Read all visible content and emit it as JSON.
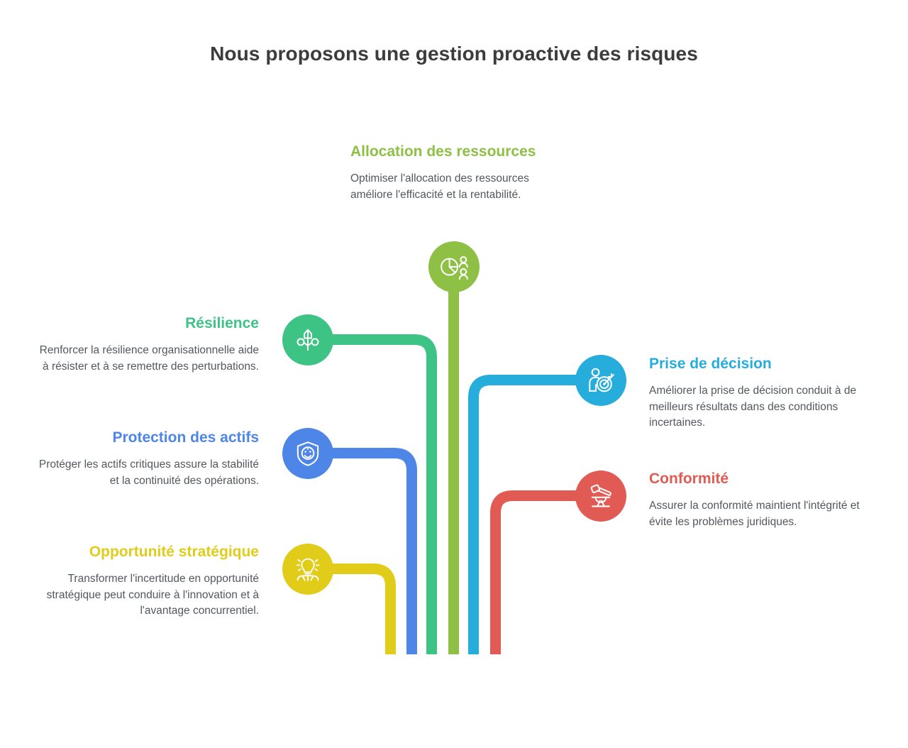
{
  "page": {
    "title": "Nous proposons une gestion proactive des risques",
    "background_color": "#ffffff",
    "title_color": "#3c3c3c",
    "body_text_color": "#53585c"
  },
  "palette": {
    "yellow": "#E2CC1A",
    "blue": "#4E86E8",
    "green": "#3DC485",
    "light_green": "#8DC044",
    "cyan": "#26ADDC",
    "red": "#E15B54"
  },
  "items": [
    {
      "id": "allocation",
      "heading": "Allocation des ressources",
      "body": "Optimiser l'allocation des ressources améliore l'efficacité et la rentabilité.",
      "color": "#8DC044",
      "icon": "pie-chart-people-icon",
      "side": "top"
    },
    {
      "id": "resilience",
      "heading": "Résilience",
      "body": "Renforcer la résilience organisationnelle aide à résister et à se remettre des perturbations.",
      "color": "#3DC485",
      "icon": "plant-growth-icon",
      "side": "left"
    },
    {
      "id": "protection",
      "heading": "Protection des actifs",
      "body": "Protéger les actifs critiques assure la stabilité et la continuité des opérations.",
      "color": "#4E86E8",
      "icon": "shield-face-icon",
      "side": "left"
    },
    {
      "id": "opportunity",
      "heading": "Opportunité stratégique",
      "body": "Transformer l'incertitude en opportunité stratégique peut conduire à l'innovation et à l'avantage concurrentiel.",
      "color": "#E2CC1A",
      "icon": "lightbulb-idea-icon",
      "side": "left"
    },
    {
      "id": "decision",
      "heading": "Prise de décision",
      "body": "Améliorer la prise de décision conduit à de meilleurs résultats dans des conditions incertaines.",
      "color": "#26ADDC",
      "icon": "person-target-icon",
      "side": "right"
    },
    {
      "id": "conformite",
      "heading": "Conformité",
      "body": "Assurer la conformité maintient l'intégrité et évite les problèmes juridiques.",
      "color": "#E15B54",
      "icon": "gavel-anvil-icon",
      "side": "right"
    }
  ]
}
